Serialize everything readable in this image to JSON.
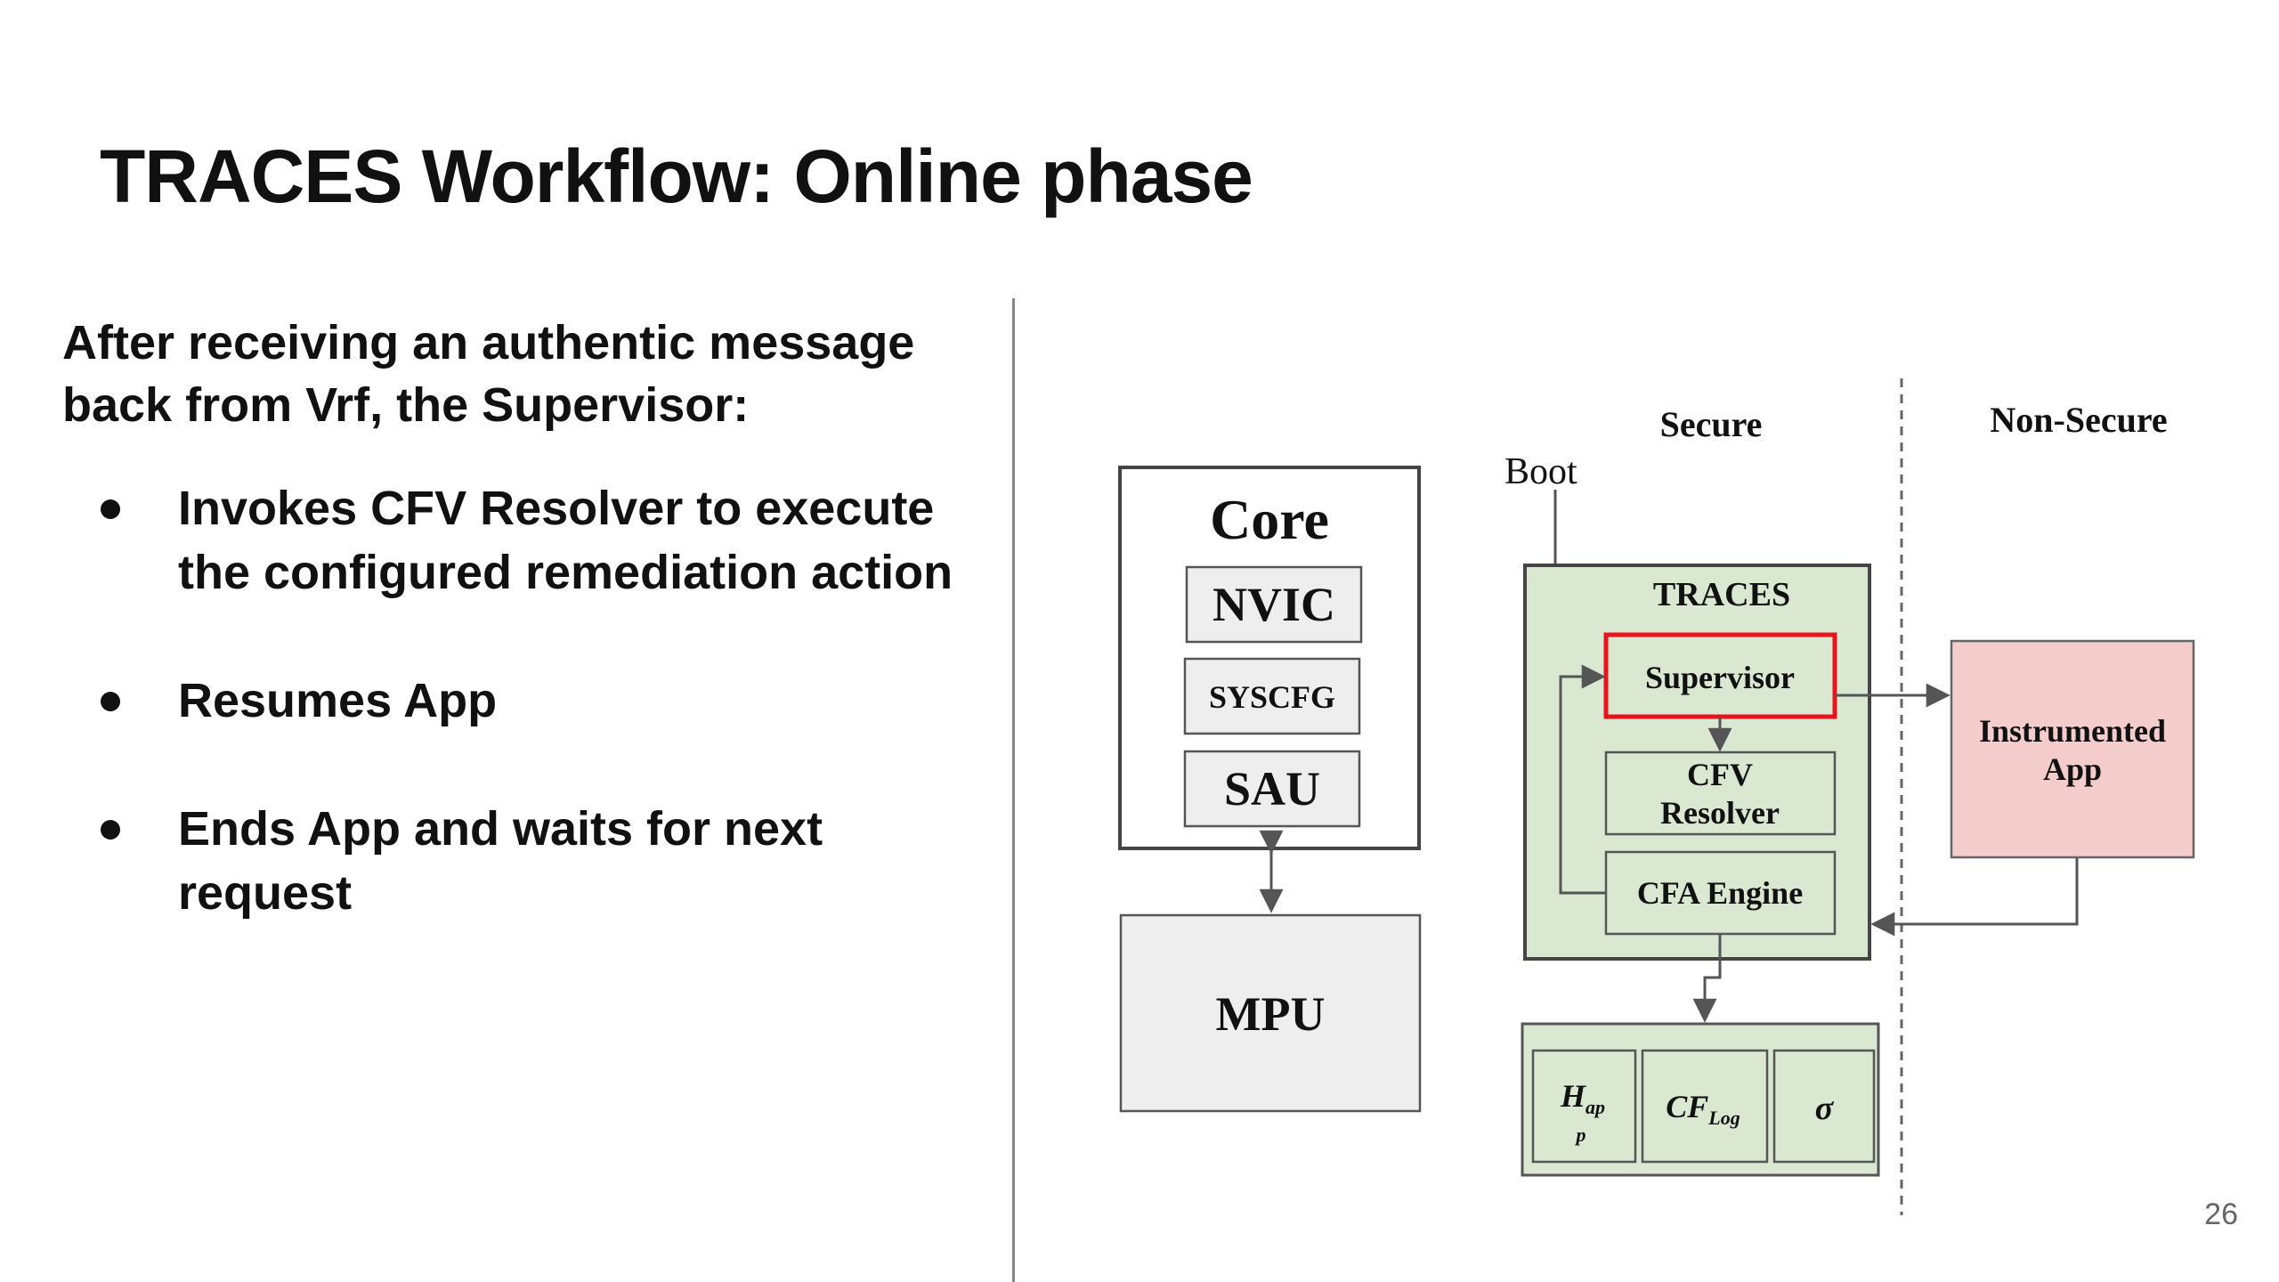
{
  "slide": {
    "title": "TRACES Workflow: Online phase",
    "intro": "After receiving an authentic message back from Vrf, the Supervisor:",
    "bullets": [
      "Invokes CFV Resolver to execute the configured remediation action",
      "Resumes App",
      "Ends App and waits for next request"
    ],
    "page_number": "26"
  },
  "diagram": {
    "zone_secure": "Secure",
    "zone_nonsecure": "Non-Secure",
    "boot": "Boot",
    "core": "Core",
    "nvic": "NVIC",
    "syscfg": "SYSCFG",
    "sau": "SAU",
    "mpu": "MPU",
    "traces": "TRACES",
    "supervisor": "Supervisor",
    "cfv_line1": "CFV",
    "cfv_line2": "Resolver",
    "cfa_engine": "CFA Engine",
    "app_line1": "Instrumented",
    "app_line2": "App",
    "store_hash": "H",
    "store_hash_sub": "ap",
    "store_hash_sub2": "p",
    "store_cflog": "CF",
    "store_cflog_sub": "Log",
    "store_sigma": "σ"
  },
  "colors": {
    "traces_fill": "#dae8d2",
    "app_fill": "#f4cccc",
    "hw_fill": "#eeeeee",
    "highlight": "#e8141c"
  }
}
